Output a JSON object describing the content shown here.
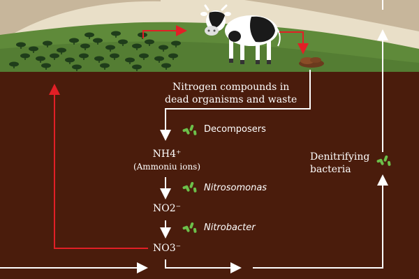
{
  "diagram": {
    "nodes": {
      "nitrogen_compounds": {
        "line1": "Nitrogen compounds in",
        "line2": "dead organisms and waste"
      },
      "decomposers": "Decomposers",
      "ammonium": {
        "formula": "NH4⁺",
        "name": "(Ammoniu ions)"
      },
      "nitrosomonas": "Nitrosomonas",
      "nitrite": "NO2⁻",
      "nitrobacter": "Nitrobacter",
      "nitrate": "NO3⁻",
      "denitrifying": {
        "line1": "Denitrifying",
        "line2": "bacteria"
      }
    },
    "icons": [
      "grass-icon",
      "cow-icon",
      "manure-icon",
      "bacteria-icon"
    ],
    "colors": {
      "sky": "#e9dfc8",
      "hill": "#c9b8a0",
      "grass": "#5f8a3a",
      "soil": "#4a1c0c",
      "arrow_white": "#ffffff",
      "arrow_red": "#e21f26",
      "bacteria": "#6cc04a"
    }
  }
}
